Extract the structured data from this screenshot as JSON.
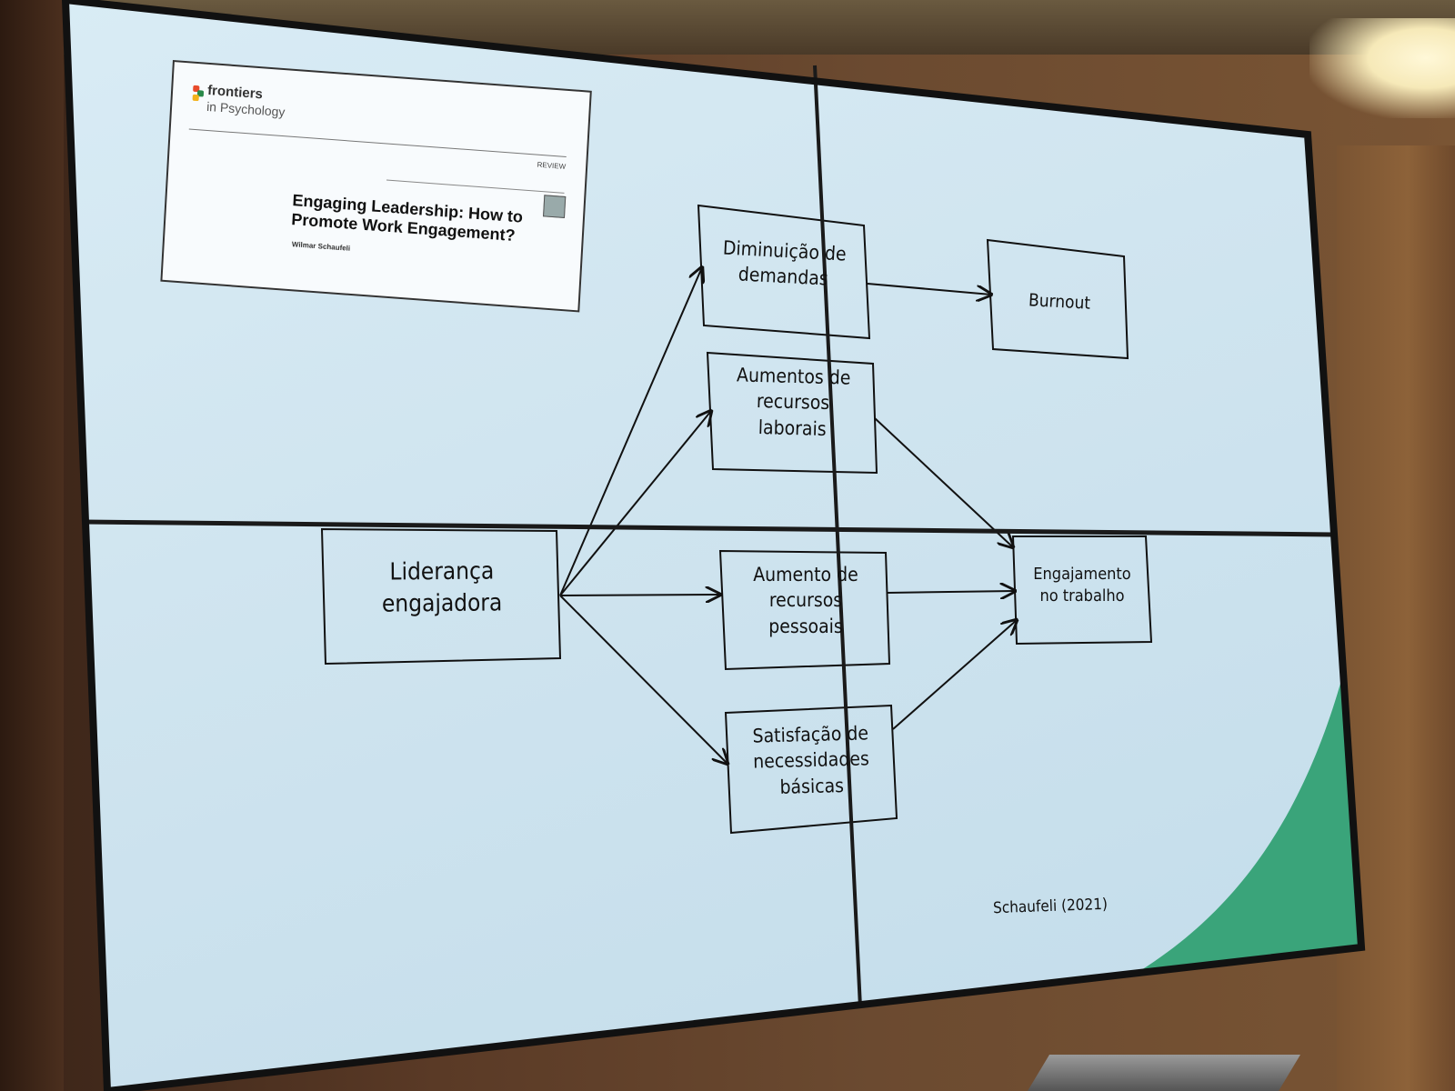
{
  "paper": {
    "brand": "frontiers",
    "journal": "in Psychology",
    "tag": "REVIEW",
    "title_line1": "Engaging Leadership: How to",
    "title_line2": "Promote Work Engagement?",
    "author": "Wilmar Schaufeli"
  },
  "diagram": {
    "nodes": {
      "leadership": "Liderança\nengajadora",
      "demands": "Diminuição de\ndemandas",
      "job_resources": "Aumentos de\nrecursos\nlaborais",
      "personal_resources": "Aumento de\nrecursos\npessoais",
      "needs": "Satisfação de\nnecessidades\nbásicas",
      "burnout": "Burnout",
      "engagement": "Engajamento\nno trabalho"
    }
  },
  "citation": "Schaufeli (2021)",
  "colors": {
    "screen": "#cfe4ef",
    "accent_green": "#3aa47a",
    "line": "#111111"
  }
}
